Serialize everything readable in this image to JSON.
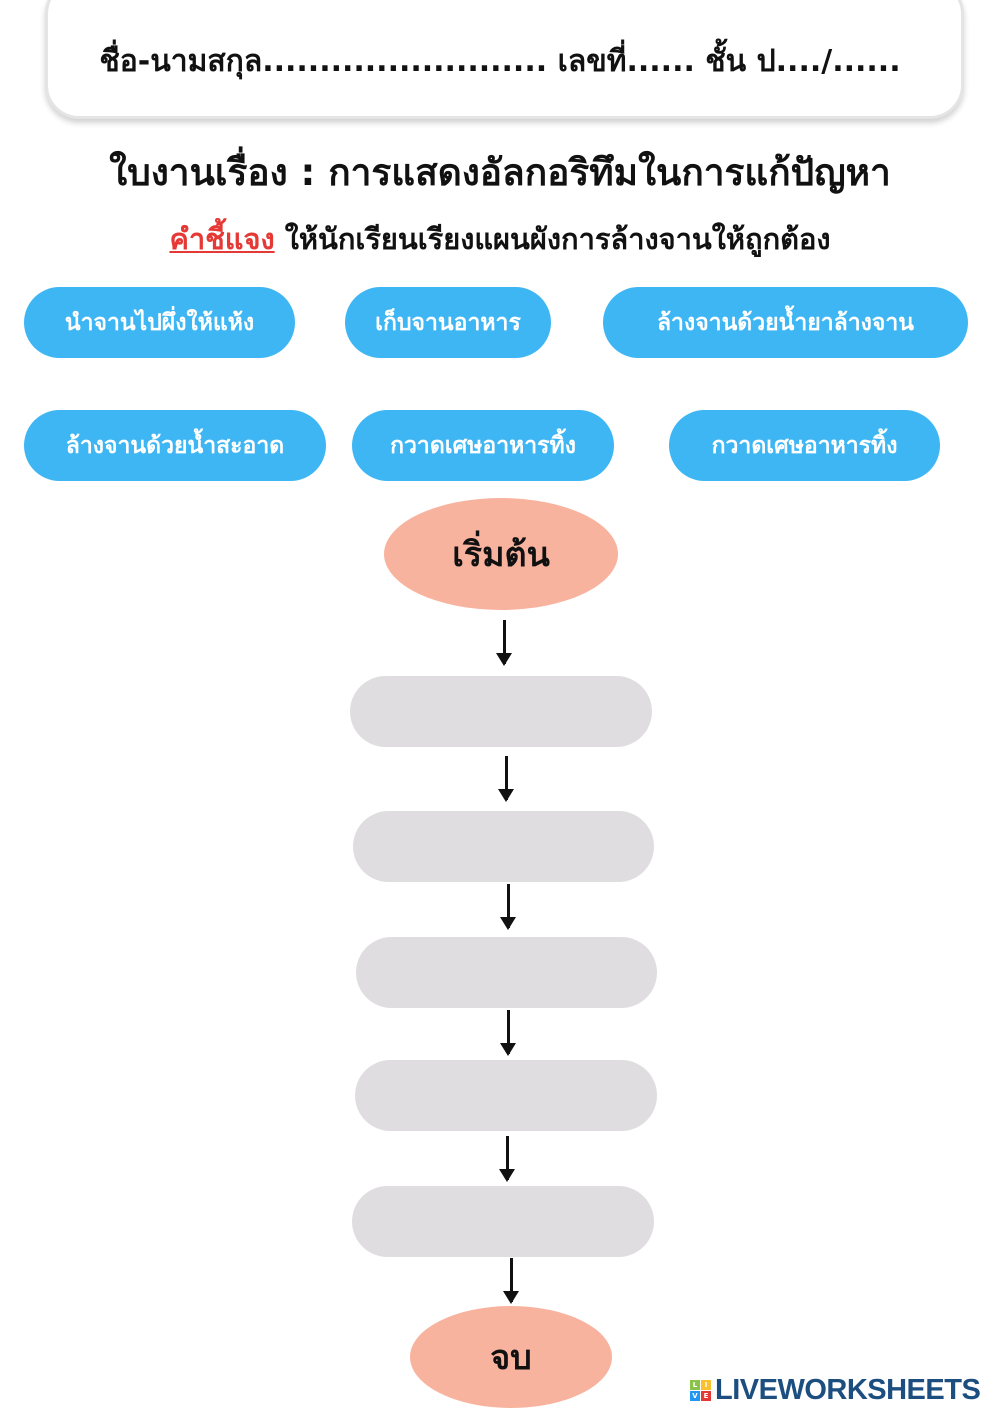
{
  "header": {
    "name_line": "ชื่อ-นามสกุล......................... เลขที่...... ชั้น ป..../......"
  },
  "title": "ใบงานเรื่อง : การแสดงอัลกอริทึมในการแก้ปัญหา",
  "instruction": {
    "label": "คำชี้แจง",
    "text": " ให้นักเรียนเรียงแผนผังการล้างจานให้ถูกต้อง"
  },
  "choices": [
    "นำจานไปผึ่งให้แห้ง",
    "เก็บจานอาหาร",
    "ล้างจานด้วยน้ำยาล้างจาน",
    "ล้างจานด้วยน้ำสะอาด",
    "กวาดเศษอาหารทิ้ง",
    "กวาดเศษอาหารทิ้ง"
  ],
  "flowchart": {
    "start": "เริ่มต้น",
    "end": "จบ"
  },
  "colors": {
    "pill": "#3db6f3",
    "oval": "#f8b39f",
    "slot": "#e0dde0",
    "accent_red": "#e53935"
  },
  "logo": {
    "mark": [
      "L",
      "I",
      "V",
      "E"
    ],
    "text": "LIVEWORKSHEETS"
  }
}
